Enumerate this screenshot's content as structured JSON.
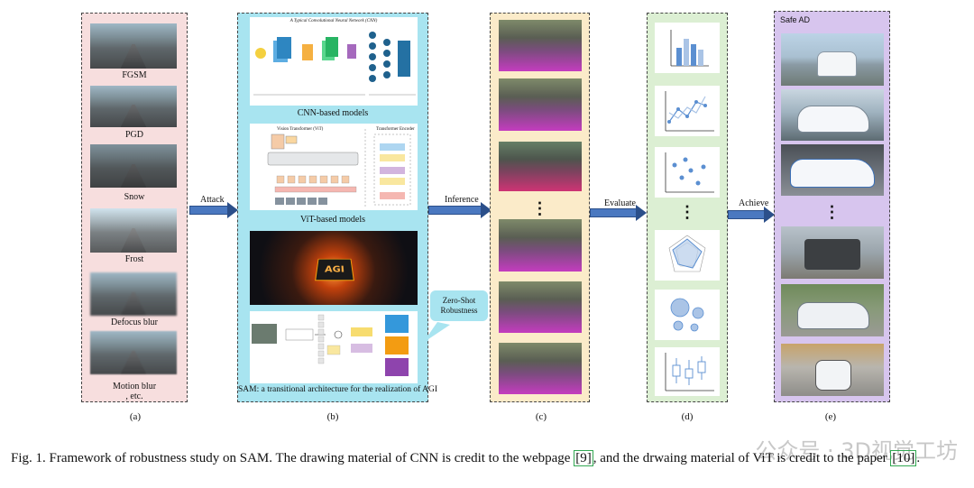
{
  "panel_a": {
    "items": [
      "FGSM",
      "PGD",
      "Snow",
      "Frost",
      "Defocus blur",
      "Motion blur\n, etc."
    ],
    "label": "(a)"
  },
  "panel_b": {
    "cnn_label": "CNN-based models",
    "cnn_title": "A Typical Convolutional Neural Network (CNN)",
    "vit_label": "ViT-based models",
    "vit_title": "Vision Transformer (ViT)",
    "vit_encoder": "Transformer Encoder",
    "agi_text": "AGI",
    "sam_label": "SAM: a transitional  architecture  for the realization  of AGI",
    "label": "(b)",
    "zero_shot": "Zero-Shot\nRobustness"
  },
  "panel_c": {
    "label": "(c)",
    "dots": "⋮"
  },
  "panel_d": {
    "label": "(d)",
    "dots": "⋮"
  },
  "panel_e": {
    "title": "Safe AD",
    "label": "(e)",
    "dots": "⋮"
  },
  "arrows": {
    "attack": "Attack",
    "inference": "Inference",
    "evaluate": "Evaluate",
    "achieve": "Achieve"
  },
  "caption": {
    "part1": "Fig. 1.  Framework of robustness study on SAM. The drawing material of CNN is credit to the webpage ",
    "ref1": "[9]",
    "part2": ", and the drwaing material of ViT is credit to the paper ",
    "ref2": "[10]",
    "part3": "."
  },
  "watermark": "公众号 · 3D视觉工坊",
  "colors": {
    "panel_a_bg": "#f7dede",
    "panel_b_bg": "#a8e4f0",
    "panel_c_bg": "#fbebc9",
    "panel_d_bg": "#dcefd3",
    "panel_e_bg": "#d7c5ee",
    "arrow": "#4a78c0"
  }
}
